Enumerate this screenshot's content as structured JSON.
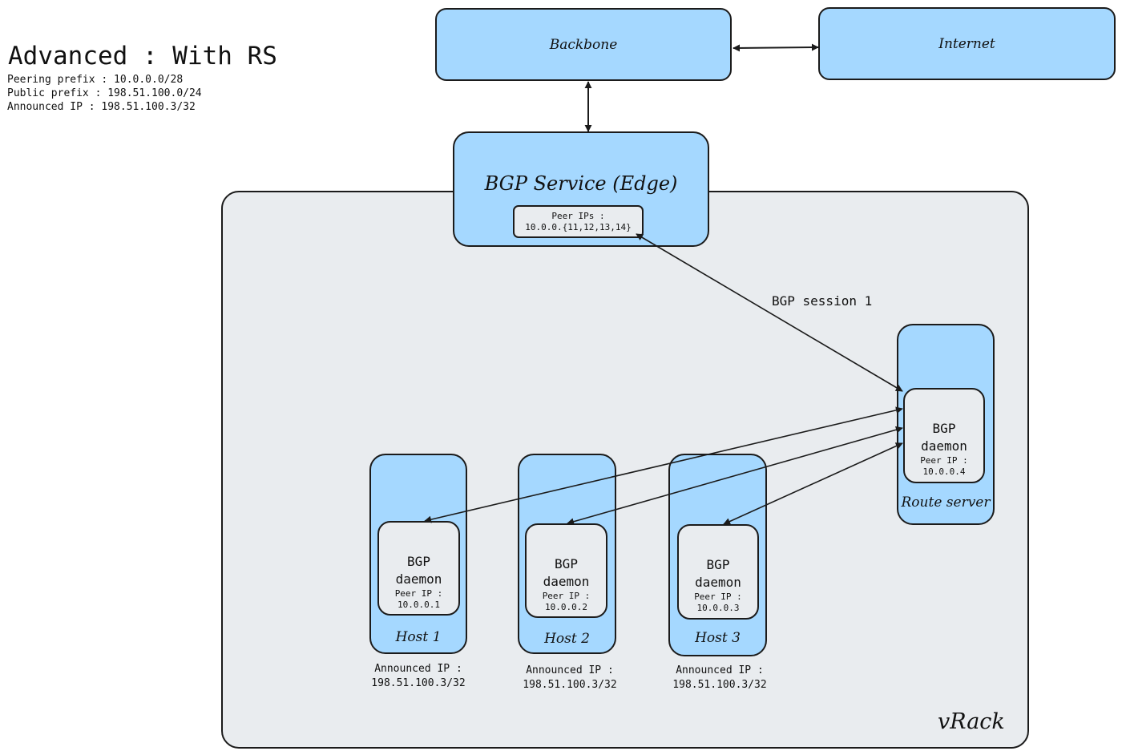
{
  "header": {
    "title": "Advanced : With RS",
    "peering_prefix": "Peering prefix : 10.0.0.0/28",
    "public_prefix": "Public prefix : 198.51.100.0/24",
    "announced_ip": "Announced IP : 198.51.100.3/32"
  },
  "nodes": {
    "backbone": "Backbone",
    "internet": "Internet",
    "edge_title": "BGP Service (Edge)",
    "edge_peer_label": "Peer IPs :",
    "edge_peer_ips": "10.0.0.{11,12,13,14}",
    "vrack": "vRack",
    "route_server": {
      "label": "Route server",
      "daemon_line1": "BGP",
      "daemon_line2": "daemon",
      "peer_label": "Peer IP :",
      "peer_ip": "10.0.0.4"
    },
    "hosts": [
      {
        "label": "Host 1",
        "daemon_line1": "BGP",
        "daemon_line2": "daemon",
        "peer_label": "Peer IP :",
        "peer_ip": "10.0.0.1",
        "announced_label": "Announced IP :",
        "announced_ip": "198.51.100.3/32"
      },
      {
        "label": "Host 2",
        "daemon_line1": "BGP",
        "daemon_line2": "daemon",
        "peer_label": "Peer IP :",
        "peer_ip": "10.0.0.2",
        "announced_label": "Announced IP :",
        "announced_ip": "198.51.100.3/32"
      },
      {
        "label": "Host 3",
        "daemon_line1": "BGP",
        "daemon_line2": "daemon",
        "peer_label": "Peer IP :",
        "peer_ip": "10.0.0.3",
        "announced_label": "Announced IP :",
        "announced_ip": "198.51.100.3/32"
      }
    ]
  },
  "edges": {
    "bgp_session_label": "BGP session 1"
  },
  "colors": {
    "box_fill": "#a5d8ff",
    "vrack_fill": "#e9ecef",
    "stroke": "#1b1b1b"
  }
}
